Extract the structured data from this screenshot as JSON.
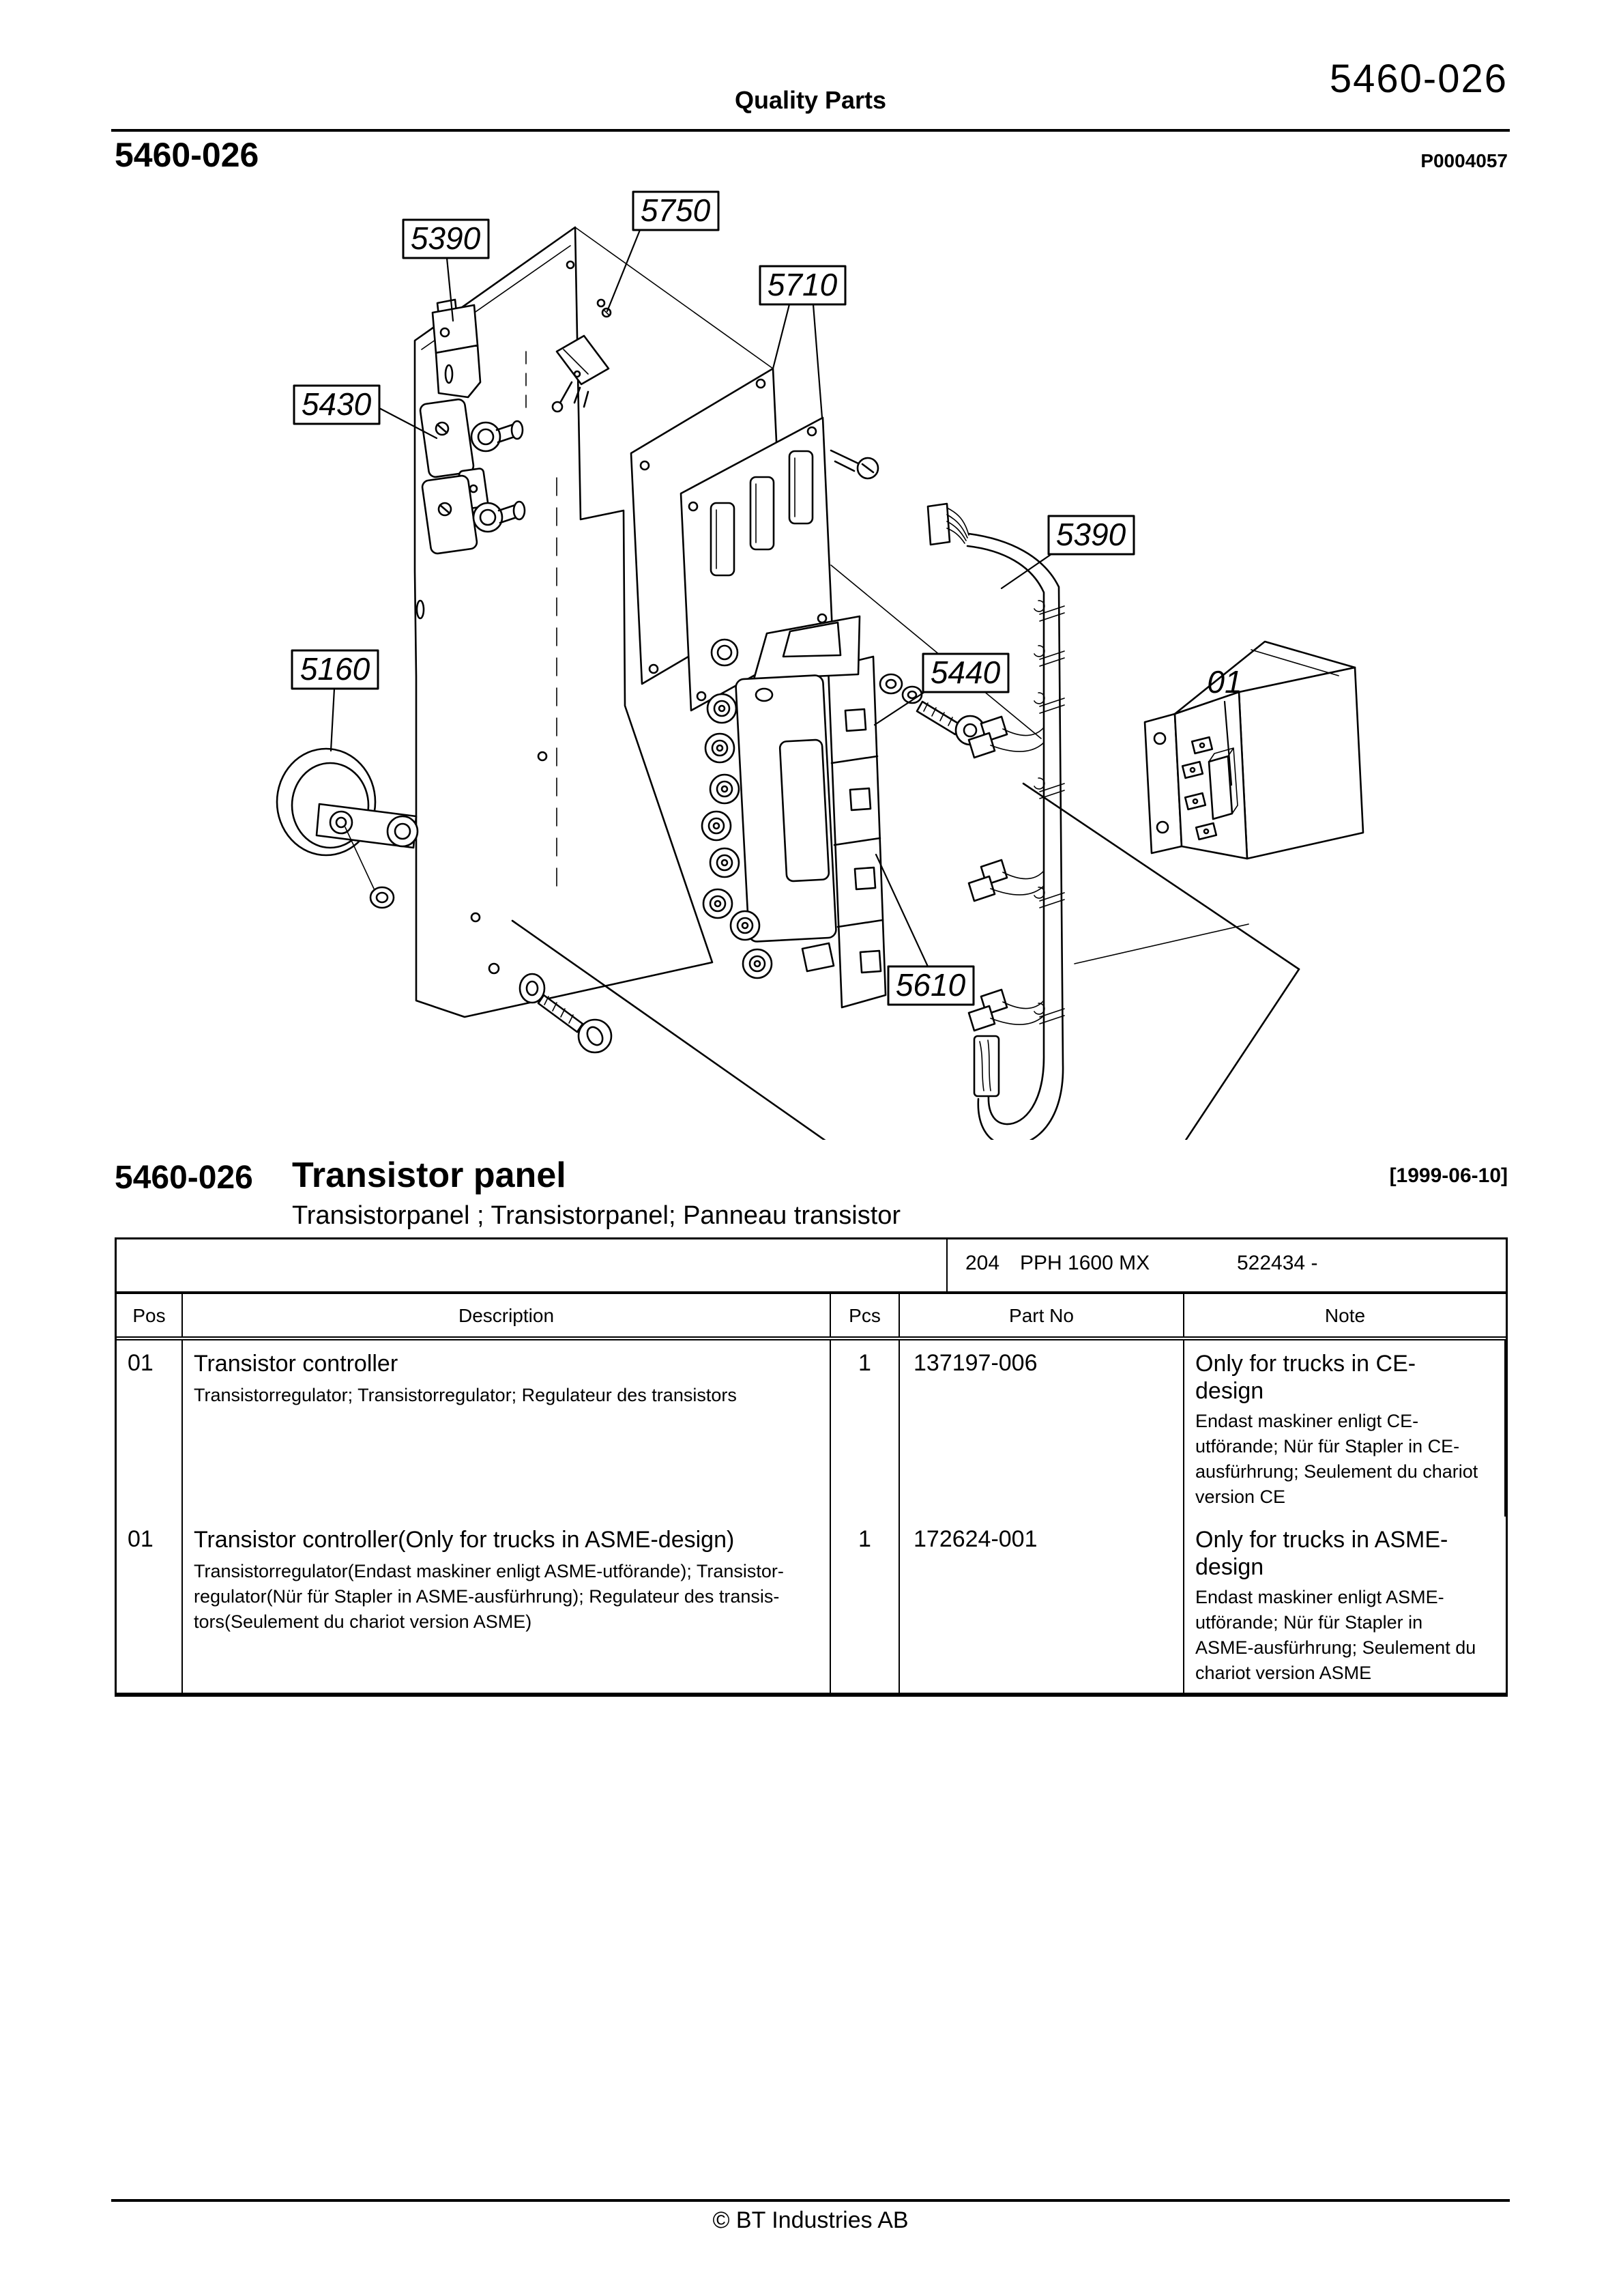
{
  "header": {
    "center": "Quality Parts",
    "section_right": "5460-026",
    "section_left": "5460-026",
    "doc_no": "P0004057"
  },
  "title_block": {
    "section": "5460-026",
    "title": "Transistor panel",
    "revision_date": "[1999-06-10]",
    "subtitle": "Transistorpanel ; Transistorpanel; Panneau transistor"
  },
  "diagram": {
    "callouts": [
      {
        "id": "5390-left",
        "label": "5390"
      },
      {
        "id": "5750",
        "label": "5750"
      },
      {
        "id": "5710",
        "label": "5710"
      },
      {
        "id": "5430",
        "label": "5430"
      },
      {
        "id": "5160",
        "label": "5160"
      },
      {
        "id": "5440",
        "label": "5440"
      },
      {
        "id": "5390-right",
        "label": "5390"
      },
      {
        "id": "5610",
        "label": "5610"
      },
      {
        "id": "01",
        "label": "01"
      }
    ]
  },
  "table": {
    "model_info": {
      "code": "204",
      "model": "PPH 1600 MX",
      "serial": "522434 -"
    },
    "headers": {
      "pos": "Pos",
      "description": "Description",
      "pcs": "Pcs",
      "part_no": "Part No",
      "note": "Note"
    },
    "rows": [
      {
        "pos": "01",
        "description": "Transistor controller",
        "description_sub": "Transistorregulator; Transistorregulator; Regulateur des transistors",
        "pcs": "1",
        "part_no": "137197-006",
        "note": "Only for trucks in CE-\ndesign",
        "note_sub": "Endast maskiner enligt CE-\nutförande; Nür für Stapler in CE-\nausfürhrung; Seulement du chariot\nversion CE"
      },
      {
        "pos": "01",
        "description": "Transistor controller(Only for trucks in ASME-design)",
        "description_sub": "Transistorregulator(Endast maskiner enligt ASME-utförande); Transistor-\nregulator(Nür für Stapler in ASME-ausfürhrung); Regulateur des transis-\ntors(Seulement du chariot version ASME)",
        "pcs": "1",
        "part_no": "172624-001",
        "note": "Only for trucks in ASME-\ndesign",
        "note_sub": "Endast maskiner enligt ASME-\nutförande; Nür für Stapler in\nASME-ausfürhrung; Seulement du\nchariot version ASME"
      }
    ]
  },
  "footer": {
    "copyright": "© BT Industries AB"
  }
}
